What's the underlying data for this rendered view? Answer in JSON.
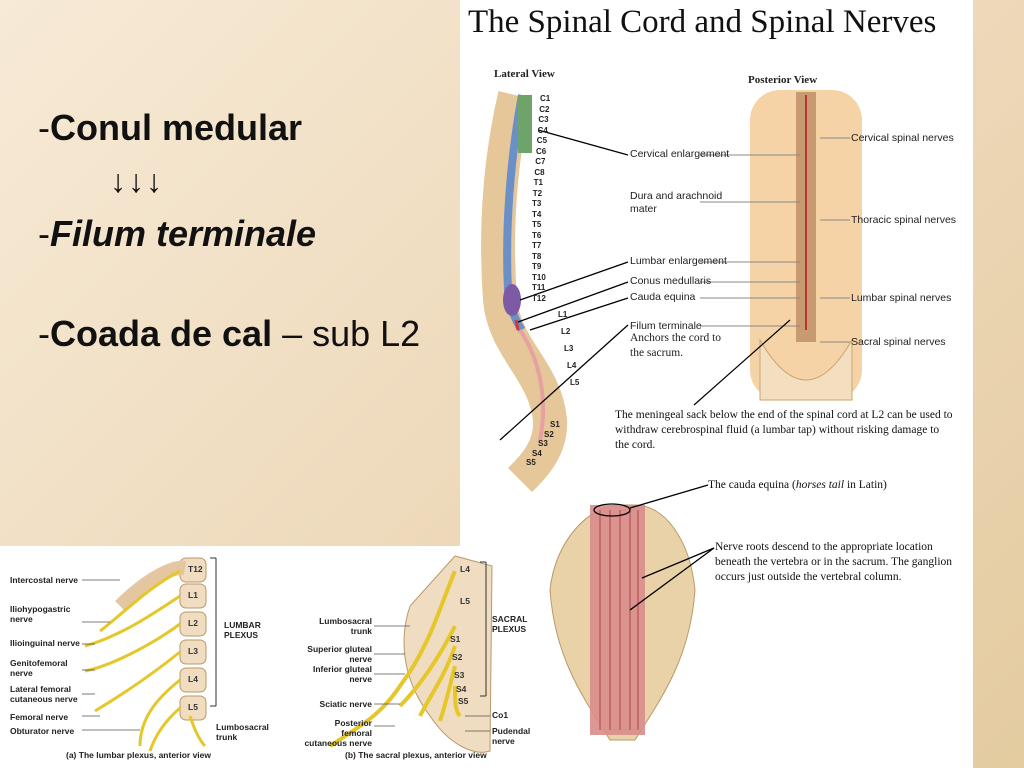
{
  "slide": {
    "line1_dash": "-",
    "line1": "Conul medular",
    "arrows": "↓↓↓",
    "line2_dash": "-",
    "line2": "Filum terminale",
    "line3_dash": "-",
    "line3_bold": "Coada de cal",
    "line3_rest": " – sub L2"
  },
  "figure": {
    "title": "The Spinal Cord and Spinal Nerves",
    "lateral_view": "Lateral View",
    "posterior_view": "Posterior View",
    "vertebra_labels": [
      "C1",
      "C2",
      "C3",
      "C4",
      "C5",
      "C6",
      "C7",
      "C8",
      "T1",
      "T2",
      "T3",
      "T4",
      "T5",
      "T6",
      "T7",
      "T8",
      "T9",
      "T10",
      "T11",
      "T12",
      "L1",
      "L2",
      "L3",
      "L4",
      "L5",
      "S1",
      "S2",
      "S3",
      "S4",
      "S5"
    ],
    "labels": {
      "cervical_enlargement": "Cervical enlargement",
      "dura": "Dura and arachnoid",
      "mater": "mater",
      "lumbar_enlargement": "Lumbar enlargement",
      "conus": "Conus medullaris",
      "cauda": "Cauda equina",
      "filum": "Filum terminale",
      "anchors": "Anchors the cord to",
      "sacrum": "the sacrum.",
      "cervical_nerves": "Cervical spinal nerves",
      "thoracic_nerves": "Thoracic spinal nerves",
      "lumbar_nerves": "Lumbar spinal nerves",
      "sacral_nerves": "Sacral spinal nerves"
    },
    "caption_meningeal": "The meningeal sack below the end of the spinal cord at L2 can be used to withdraw cerebrospinal fluid (a lumbar tap) without risking damage to the cord.",
    "caption_cauda_pre": "The cauda equina (",
    "caption_cauda_italic": "horses tail",
    "caption_cauda_post": " in Latin)",
    "caption_roots": "Nerve roots descend to the appropriate location beneath the vertebra or in the sacrum.  The ganglion occurs just outside the vertebral column."
  },
  "plexus": {
    "lumbar_left": [
      "Intercostal nerve",
      "Iliohypogastric nerve",
      "Ilioinguinal nerve",
      "Genitofemoral nerve",
      "Lateral femoral cutaneous nerve",
      "Femoral nerve",
      "Obturator nerve"
    ],
    "lumbar_levels": [
      "T12",
      "L1",
      "L2",
      "L3",
      "L4",
      "L5"
    ],
    "lumbar_plexus": "LUMBAR PLEXUS",
    "lumbosacral_trunk": "Lumbosacral trunk",
    "caption_a": "(a) The lumbar plexus, anterior view",
    "sacral_left": [
      "Lumbosacral trunk",
      "Superior gluteal nerve",
      "Inferior gluteal nerve",
      "Sciatic nerve",
      "Posterior femoral cutaneous nerve"
    ],
    "sacral_levels": [
      "L4",
      "L5",
      "S1",
      "S2",
      "S3",
      "S4",
      "S5"
    ],
    "sacral_plexus": "SACRAL PLEXUS",
    "co1": "Co1",
    "pudendal": "Pudendal nerve",
    "caption_b": "(b) The sacral plexus, anterior view"
  }
}
